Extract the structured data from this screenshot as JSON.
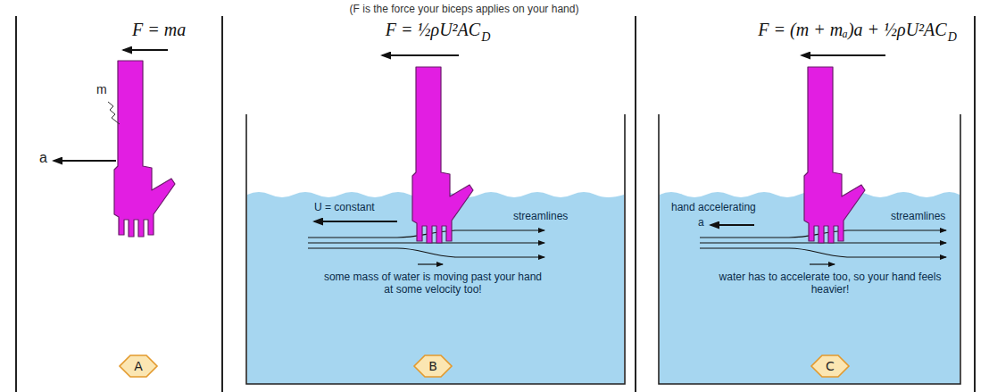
{
  "diagram": {
    "title": "(F is the force your biceps applies on your hand)",
    "nodes": [
      {
        "text": [
          "A"
        ]
      },
      {
        "text": [
          "B"
        ]
      },
      {
        "text": [
          "C"
        ]
      }
    ],
    "labels": [
      "F = ma",
      "m",
      "a",
      "F = ½ρU²AC",
      "D",
      "U = constant",
      "streamlines",
      "some mass of water is moving past your hand at some velocity too!",
      "F = (m + mₐ)a + ½ρU²AC",
      "D",
      "hand accelerating",
      "a",
      "streamlines",
      "water has to accelerate too, so your hand feels heavier!"
    ]
  }
}
